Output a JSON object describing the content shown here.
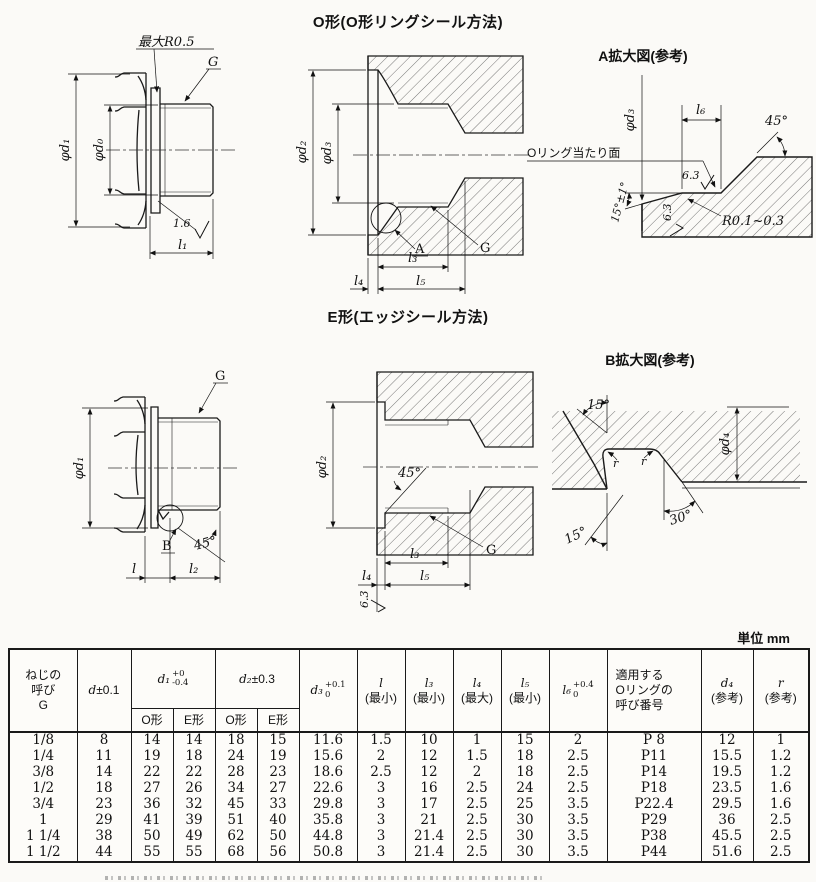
{
  "page": {
    "unit_label": "単位 mm"
  },
  "sections": {
    "o_type_title": "O形(O形リングシール方法)",
    "e_type_title": "E形(エッジシール方法)"
  },
  "diagrams": {
    "o_left": {
      "max_r": "最大R0.5",
      "g": "G",
      "phi_d1": "φd₁",
      "phi_d0": "φd₀",
      "rough": "1.6",
      "l1": "l₁"
    },
    "o_center": {
      "phi_d2": "φd₂",
      "phi_d3": "φd₃",
      "detail": "A",
      "g": "G",
      "l3": "l₃",
      "l4": "l₄",
      "l5": "l₅"
    },
    "a_detail": {
      "title": "A拡大図(参考)",
      "phi_d3": "φd₃",
      "l6": "l₆",
      "deg45": "45°",
      "face": "Oリング当たり面",
      "rough_face": "6.3",
      "rough_bore": "6.3",
      "angle": "15°±1°",
      "radius": "R0.1~0.3"
    },
    "e_left": {
      "g": "G",
      "phi_d1": "φd₁",
      "detail": "B",
      "deg45": "45°",
      "l": "l",
      "l2": "l₂"
    },
    "e_center": {
      "phi_d2": "φd₂",
      "deg45": "45°",
      "g": "G",
      "l3": "l₃",
      "l4": "l₄",
      "l5": "l₅",
      "rough": "6.3"
    },
    "b_detail": {
      "title": "B拡大図(参考)",
      "deg15_top": "15°",
      "phi_d4": "φd₄",
      "r_left": "r",
      "r_right": "r",
      "deg30": "30°",
      "deg15_bottom": "15°"
    }
  },
  "table": {
    "headers": {
      "thread": "ねじの\n呼び\nG",
      "d": {
        "main": "d",
        "tol": "±0.1"
      },
      "d1": {
        "main": "d₁",
        "tol_top": "+0",
        "tol_bot": "-0.4"
      },
      "d2": {
        "main": "d₂",
        "tol": "±0.3"
      },
      "d3": {
        "main": "d₃",
        "tol_top": "+0.1",
        "tol_bot": "0"
      },
      "l": {
        "main": "l",
        "sub": "(最小)"
      },
      "l3": {
        "main": "l₃",
        "sub": "(最小)"
      },
      "l4": {
        "main": "l₄",
        "sub": "(最大)"
      },
      "l5": {
        "main": "l₅",
        "sub": "(最小)"
      },
      "l6": {
        "main": "l₆",
        "tol_top": "+0.4",
        "tol_bot": "0"
      },
      "oring": "適用する\nOリングの\n呼び番号",
      "d4": {
        "main": "d₄",
        "sub": "(参考)"
      },
      "r": {
        "main": "r",
        "sub": "(参考)"
      }
    },
    "subcols": [
      "O形",
      "E形",
      "O形",
      "E形"
    ],
    "rows": [
      [
        "1/8",
        "8",
        "14",
        "14",
        "18",
        "15",
        "11.6",
        "1.5",
        "10",
        "1",
        "15",
        "2",
        "P 8",
        "12",
        "1"
      ],
      [
        "1/4",
        "11",
        "19",
        "18",
        "24",
        "19",
        "15.6",
        "2",
        "12",
        "1.5",
        "18",
        "2.5",
        "P11",
        "15.5",
        "1.2"
      ],
      [
        "3/8",
        "14",
        "22",
        "22",
        "28",
        "23",
        "18.6",
        "2.5",
        "12",
        "2",
        "18",
        "2.5",
        "P14",
        "19.5",
        "1.2"
      ],
      [
        "1/2",
        "18",
        "27",
        "26",
        "34",
        "27",
        "22.6",
        "3",
        "16",
        "2.5",
        "24",
        "2.5",
        "P18",
        "23.5",
        "1.6"
      ],
      [
        "3/4",
        "23",
        "36",
        "32",
        "45",
        "33",
        "29.8",
        "3",
        "17",
        "2.5",
        "25",
        "3.5",
        "P22.4",
        "29.5",
        "1.6"
      ],
      [
        "1",
        "29",
        "41",
        "39",
        "51",
        "40",
        "35.8",
        "3",
        "21",
        "2.5",
        "30",
        "3.5",
        "P29",
        "36",
        "2.5"
      ],
      [
        "1 1/4",
        "38",
        "50",
        "49",
        "62",
        "50",
        "44.8",
        "3",
        "21.4",
        "2.5",
        "30",
        "3.5",
        "P38",
        "45.5",
        "2.5"
      ],
      [
        "1 1/2",
        "44",
        "55",
        "55",
        "68",
        "56",
        "50.8",
        "3",
        "21.4",
        "2.5",
        "30",
        "3.5",
        "P44",
        "51.6",
        "2.5"
      ]
    ]
  }
}
